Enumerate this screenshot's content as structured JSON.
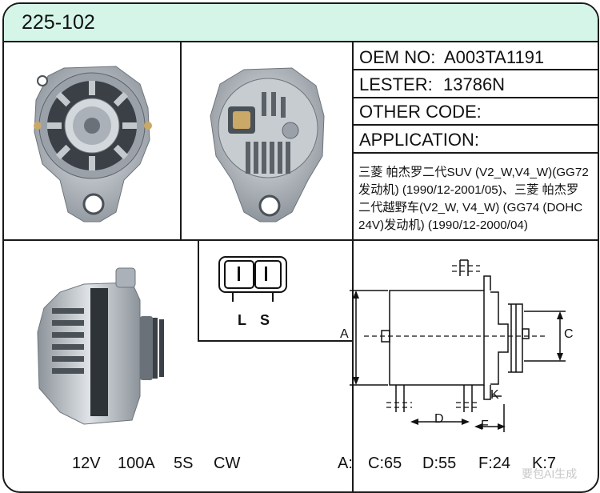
{
  "header": {
    "model": "225-102"
  },
  "specs": {
    "oem_label": "OEM NO:",
    "oem_value": "A003TA1191",
    "lester_label": "LESTER:",
    "lester_value": "13786N",
    "other_code_label": "OTHER CODE:",
    "application_label": "APPLICATION:"
  },
  "application_lines": [
    "三菱 帕杰罗二代SUV (V2_W,V4_W)(GG72",
    "发动机) (1990/12-2001/05)、三菱 帕杰罗",
    "二代越野车(V2_W, V4_W) (GG74 (DOHC",
    "24V)发动机) (1990/12-2000/04)"
  ],
  "connector": {
    "pin_left": "L",
    "pin_right": "S"
  },
  "electrical": {
    "voltage": "12V",
    "current": "100A",
    "groove": "5S",
    "rotation": "CW"
  },
  "dimension_letters": {
    "a": "A",
    "c": "C",
    "d": "D",
    "f": "F",
    "k": "K"
  },
  "dimensions": {
    "a": "A:",
    "c": "C:65",
    "d": "D:55",
    "f": "F:24",
    "k": "K:7"
  },
  "watermark": "要包AI生成",
  "colors": {
    "header_bg": "#d4f5e8",
    "border": "#1a1a1a",
    "metal": "#b8bdc2"
  }
}
